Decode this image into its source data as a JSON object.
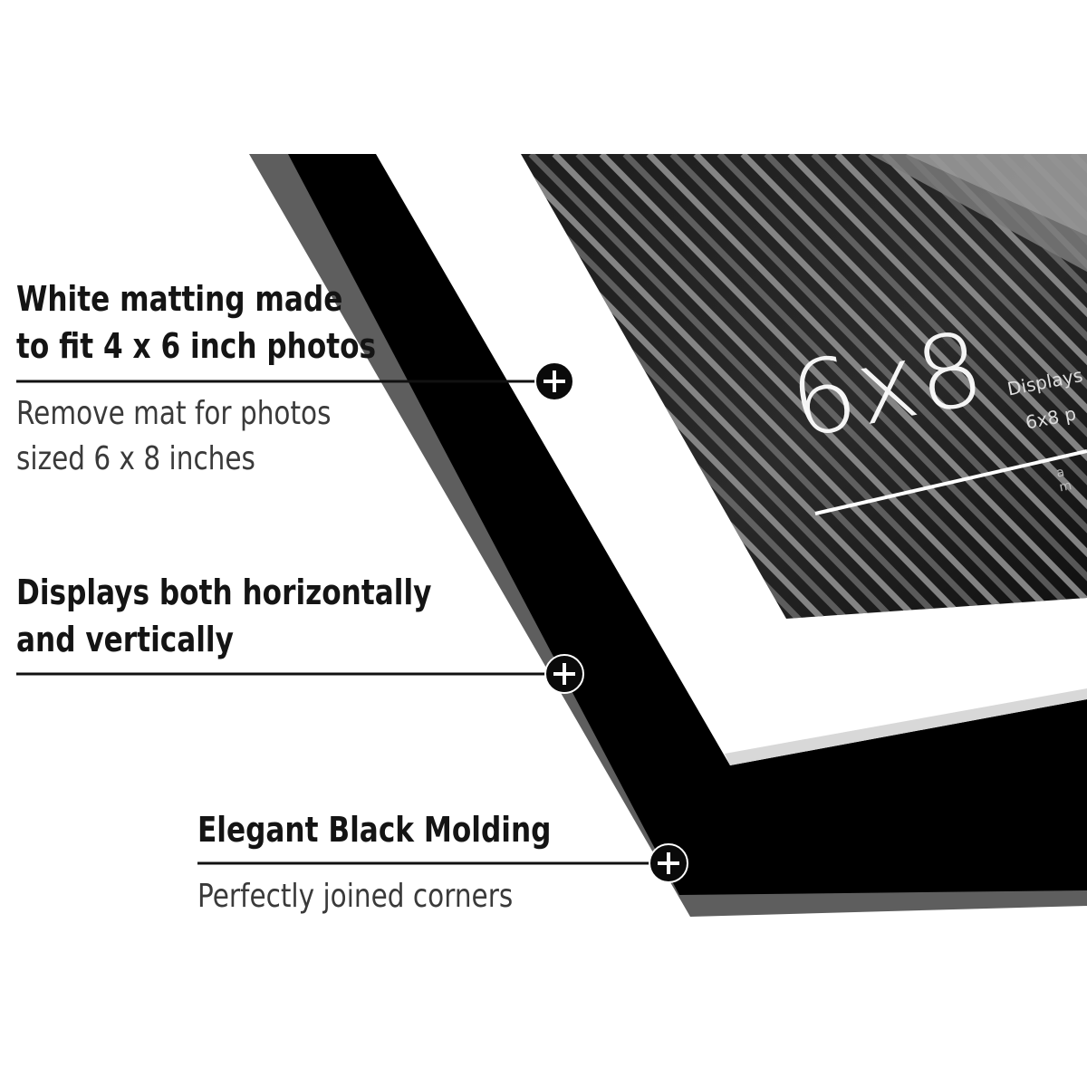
{
  "callouts": [
    {
      "title_lines": [
        "White matting made",
        "to fit 4 x 6 inch photos"
      ],
      "subtitle_lines": [
        "Remove mat for photos",
        "sized  6 x 8  inches"
      ]
    },
    {
      "title_lines": [
        "Displays both horizontally",
        "and vertically"
      ],
      "subtitle_lines": []
    },
    {
      "title_lines": [
        "Elegant Black Molding"
      ],
      "subtitle_lines": [
        "Perfectly joined corners"
      ]
    }
  ],
  "photo_overlay": {
    "size_label": "6x8",
    "caption_line1": "Displays",
    "caption_line2": "6x8  p",
    "caption_line3": "a m"
  },
  "icons": {
    "marker": "plus-circle-icon"
  },
  "colors": {
    "frame_black": "#000000",
    "frame_edge_grey": "#5e5e5e",
    "mat_white": "#ffffff",
    "text_dark": "#141414",
    "text_grey": "#3a3a3a"
  }
}
